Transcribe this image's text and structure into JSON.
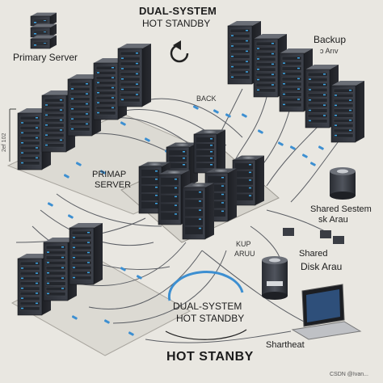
{
  "header": {
    "title": "DUAL-SYSTEM",
    "subtitle": "HOT STANDBY"
  },
  "labels": {
    "primary_server": "Primary Server",
    "backup": "Backup",
    "backup_small": "ↄ Arıv",
    "back_arrow_label": "BACK",
    "primap_server_line1": "PRIMAP",
    "primap_server_line2": "SERVER",
    "shared_sestem": "Shared Sestem",
    "sk_arau": "sk Arau",
    "kup": "KUP",
    "aruu": "ARUU",
    "shared": "Shared",
    "disk_arau": "Disk Arau",
    "dual_system_bottom": "DUAL-SYSTEM",
    "hot_standby_bottom": "HOT STANDBY",
    "hot_stanby": "HOT STANBY",
    "shartheat": "Shartheat",
    "left_edge_code": "2ef 102",
    "watermark": "CSDN @Ivan..."
  },
  "colors": {
    "background": "#e9e7e1",
    "server_dark": "#2a2d33",
    "server_mid": "#3b3f47",
    "led_blue": "#3fa7e6",
    "cable": "#5a5d63",
    "connector_blue": "#3d8fd1"
  },
  "icons": [
    "refresh-arrow-icon",
    "server-rack-icon",
    "database-cylinder-icon",
    "laptop-icon",
    "network-cable-icon"
  ]
}
